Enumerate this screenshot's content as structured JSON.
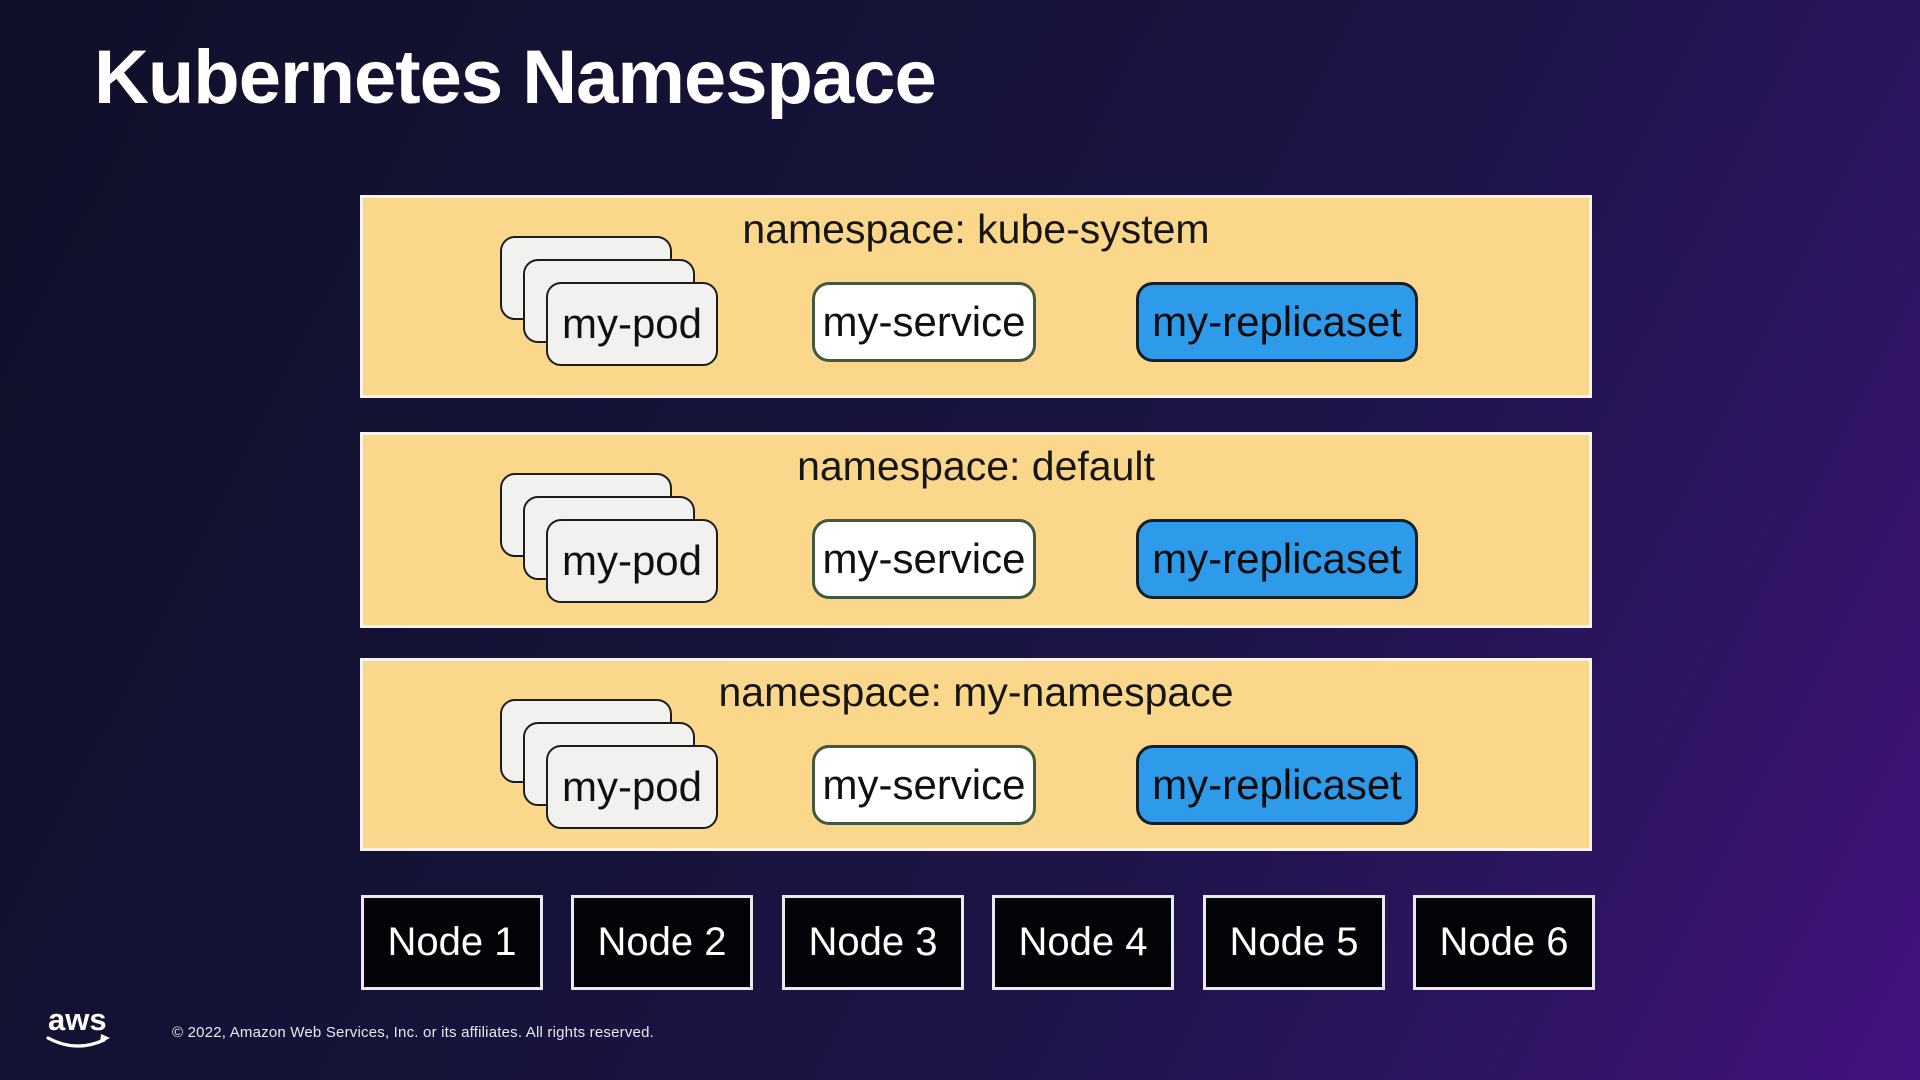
{
  "slide": {
    "title": "Kubernetes Namespace"
  },
  "namespaces": [
    {
      "label": "namespace: kube-system",
      "pod": "my-pod",
      "service": "my-service",
      "replicaset": "my-replicaset"
    },
    {
      "label": "namespace: default",
      "pod": "my-pod",
      "service": "my-service",
      "replicaset": "my-replicaset"
    },
    {
      "label": "namespace: my-namespace",
      "pod": "my-pod",
      "service": "my-service",
      "replicaset": "my-replicaset"
    }
  ],
  "nodes": [
    {
      "label": "Node 1"
    },
    {
      "label": "Node 2"
    },
    {
      "label": "Node 3"
    },
    {
      "label": "Node 4"
    },
    {
      "label": "Node 5"
    },
    {
      "label": "Node 6"
    }
  ],
  "footer": {
    "logo_text": "aws",
    "logo_icon": "aws-smile-icon",
    "copyright": "© 2022, Amazon Web Services, Inc. or its affiliates. All rights reserved."
  },
  "colors": {
    "background_start": "#101029",
    "background_end": "#43127F",
    "namespace_fill": "#FBD78C",
    "namespace_border": "#F6F3EC",
    "pod_fill": "#F1F1F0",
    "service_fill": "#FFFFFF",
    "service_border": "#41593F",
    "replicaset_fill": "#2D9BEA",
    "node_fill": "#040408",
    "node_border": "#E9E9F2",
    "title_color": "#FFFFFF",
    "label_text": "#161616"
  }
}
